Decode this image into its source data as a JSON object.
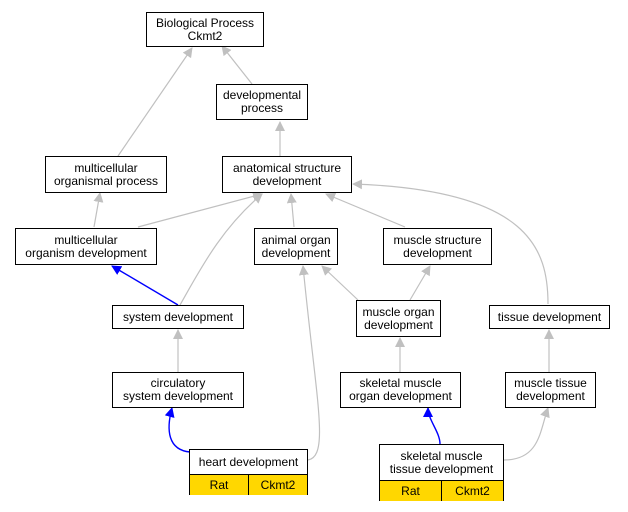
{
  "nodes": {
    "biological_process": "Biological Process\nCkmt2",
    "developmental_process": "developmental\nprocess",
    "anatomical_structure_development": "anatomical structure\ndevelopment",
    "multicellular_organismal_process": "multicellular\norganismal process",
    "multicellular_organism_development": "multicellular\norganism development",
    "animal_organ_development": "animal organ\ndevelopment",
    "muscle_structure_development": "muscle structure\ndevelopment",
    "system_development": "system development",
    "muscle_organ_development": "muscle organ\ndevelopment",
    "tissue_development": "tissue development",
    "circulatory_system_development": "circulatory\nsystem development",
    "skeletal_muscle_organ_development": "skeletal muscle\norgan development",
    "muscle_tissue_development": "muscle tissue\ndevelopment",
    "heart_development": {
      "label": "heart development",
      "tags": [
        "Rat",
        "Ckmt2"
      ]
    },
    "skeletal_muscle_tissue_development": {
      "label": "skeletal muscle\ntissue development",
      "tags": [
        "Rat",
        "Ckmt2"
      ]
    }
  },
  "colors": {
    "edge_default": "#c0c0c0",
    "edge_highlight": "#0000ff",
    "tag_fill": "#ffd700"
  }
}
